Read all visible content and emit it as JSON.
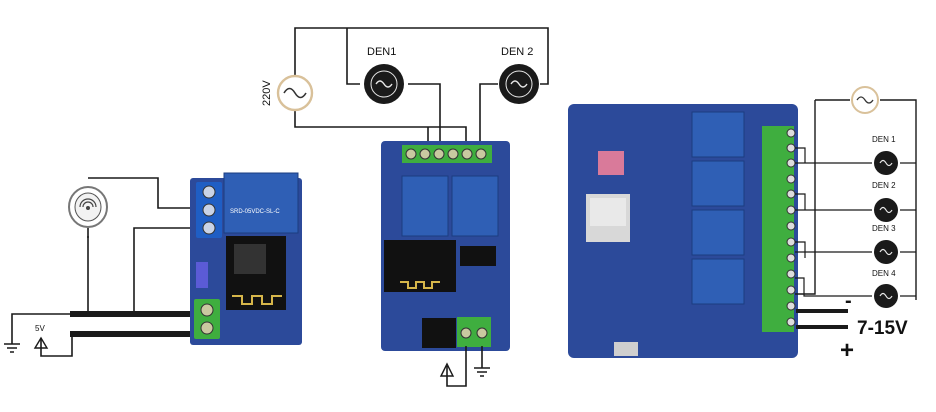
{
  "left_circuit": {
    "supply_label": "5V"
  },
  "middle_circuit": {
    "source_label": "220V",
    "lamp1_label": "DEN1",
    "lamp2_label": "DEN 2"
  },
  "right_circuit": {
    "lamp_labels": [
      "DEN 1",
      "DEN 2",
      "DEN 3",
      "DEN 4"
    ],
    "voltage_label": "7-15V",
    "minus_sign": "-",
    "plus_sign": "+"
  },
  "relay_marking": "SRD-05VDC-SL-C",
  "colors": {
    "wire": "#1a1a1a",
    "lamp_body": "#1a1a1a",
    "lamp_fill": "#e8e8e8",
    "board_blue": "#2c4a9a",
    "terminal_green": "#3fae3f",
    "relay_blue": "#2f5fb5",
    "source_ring": "#d9c19a"
  }
}
